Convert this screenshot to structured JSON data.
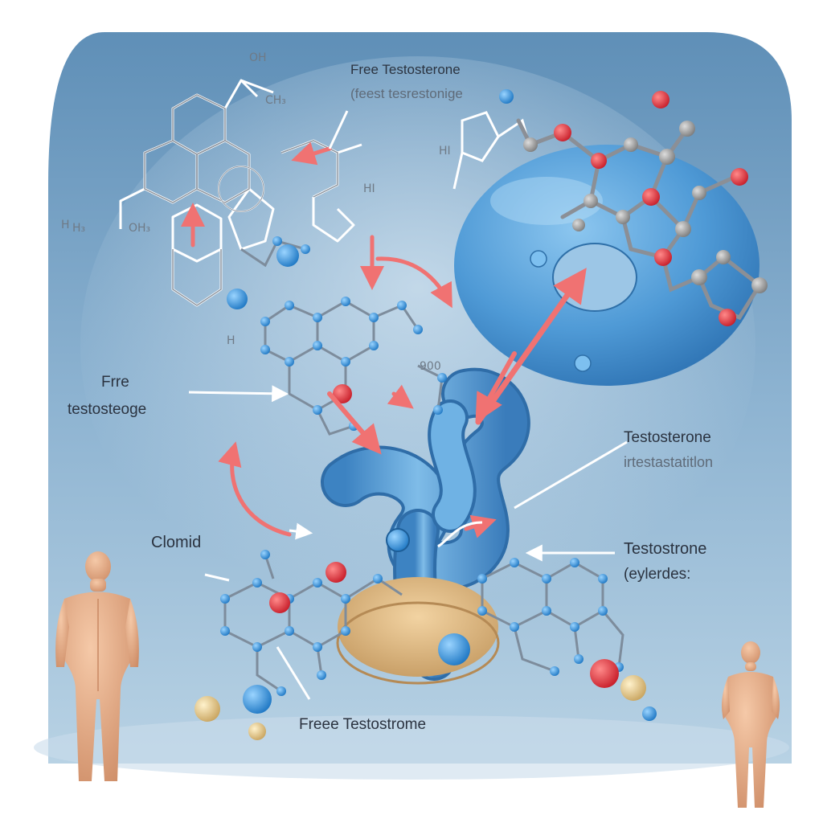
{
  "labels": {
    "free_testosterone_top": "Free Testosterone",
    "free_testosterone_top_sub": "(feest tesrestonige",
    "free_testosteoge_left_line1": "Frre",
    "free_testosteoge_left_line2": "testosteoge",
    "testosterone_right": "Testosterone",
    "testosterone_right_sub": "irtestastatitlon",
    "clomid": "Clomid",
    "testostrone_right": "Testostrone",
    "testostrone_right_sub": "(eylerdes:",
    "free_testostrome_bottom": "Freee Testostrome"
  },
  "chem_labels": {
    "oh_top": "OH",
    "ch3": "CH₃",
    "h3_left": "H",
    "ho_left": "H₃",
    "oh2_left": "OH₃",
    "h_mid": "H",
    "hi_mid": "HI",
    "hi_right": "HI",
    "nine_hundred": "900"
  },
  "colors": {
    "background_top": "#6f9cc0",
    "background_bottom": "#a9c6dc",
    "protein_blue": "#5aa4dc",
    "arrow_red": "#f07a7a",
    "atom_red": "#e0303c",
    "atom_blue": "#3a98dc",
    "bond_gray": "#8b8f96",
    "skin": "#e8b28e",
    "disc": "#e2bf8c"
  }
}
